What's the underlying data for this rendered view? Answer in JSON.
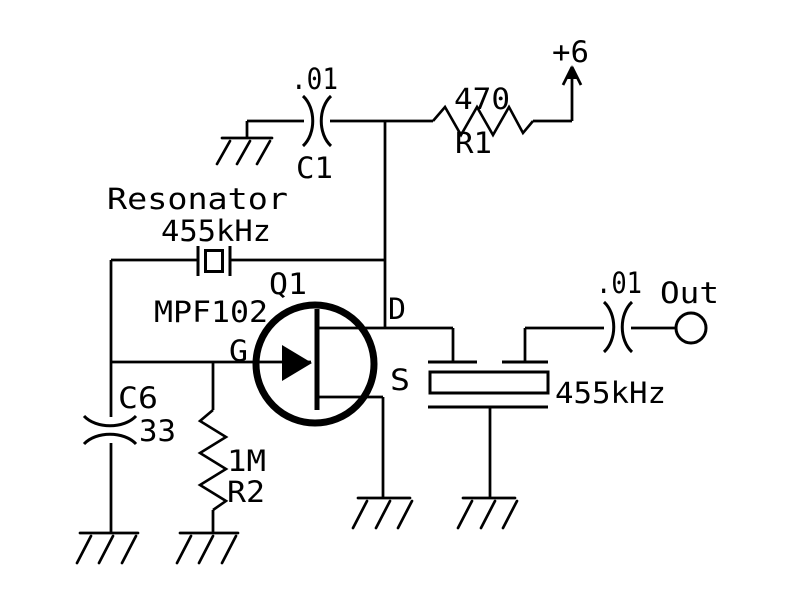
{
  "colors": {
    "ink": "#000000",
    "background": "#ffffff"
  },
  "schematic": {
    "description": "455 kHz JFET oscillator schematic",
    "power": {
      "label": "+6"
    },
    "output": {
      "label": "Out"
    },
    "components": {
      "c1": {
        "value": ".01",
        "ref": "C1"
      },
      "r1": {
        "value": "470",
        "ref": "R1"
      },
      "resonator": {
        "name": "Resonator",
        "frequency": "455kHz"
      },
      "q1": {
        "ref": "Q1",
        "part": "MPF102",
        "pins": {
          "gate": "G",
          "drain": "D",
          "source": "S"
        }
      },
      "c6": {
        "ref": "C6",
        "value": "33"
      },
      "r2": {
        "value": "1M",
        "ref": "R2"
      },
      "output_cap": {
        "value": ".01"
      },
      "ceramic_filter": {
        "frequency": "455kHz"
      }
    }
  }
}
